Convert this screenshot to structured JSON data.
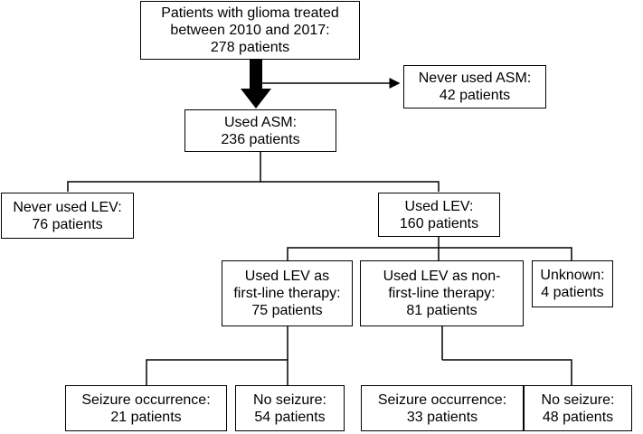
{
  "flowchart": {
    "root": {
      "lines": [
        "Patients with glioma treated",
        "between 2010 and 2017:",
        "278 patients"
      ]
    },
    "never_asm": {
      "lines": [
        "Never used ASM:",
        "42 patients"
      ]
    },
    "used_asm": {
      "lines": [
        "Used ASM:",
        "236 patients"
      ]
    },
    "never_lev": {
      "lines": [
        "Never used LEV:",
        "76 patients"
      ]
    },
    "used_lev": {
      "lines": [
        "Used LEV:",
        "160 patients"
      ]
    },
    "first_line": {
      "lines": [
        "Used LEV as",
        "first-line therapy:",
        "75 patients"
      ]
    },
    "non_first_line": {
      "lines": [
        "Used LEV as non-",
        "first-line therapy:",
        "81 patients"
      ]
    },
    "unknown": {
      "lines": [
        "Unknown:",
        "4 patients"
      ]
    },
    "fl_seizure": {
      "lines": [
        "Seizure occurrence:",
        "21 patients"
      ]
    },
    "fl_no_seizure": {
      "lines": [
        "No seizure:",
        "54 patients"
      ]
    },
    "nfl_seizure": {
      "lines": [
        "Seizure occurrence:",
        "33 patients"
      ]
    },
    "nfl_no_seizure": {
      "lines": [
        "No seizure:",
        "48 patients"
      ]
    }
  }
}
